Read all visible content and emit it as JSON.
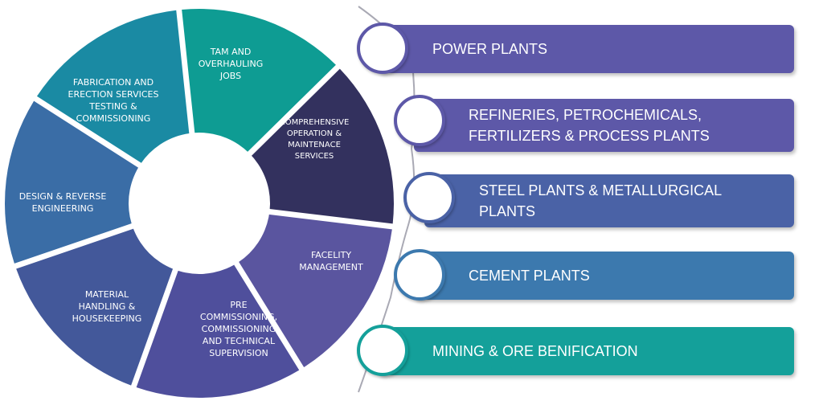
{
  "wheel": {
    "segments": [
      {
        "label": "TAM AND\nOVERHAULING\nJOBS",
        "color": "#0e9c93"
      },
      {
        "label": "COMPREHENSIVE\nOPERATION &\nMAINTENACE\nSERVICES",
        "color": "#33315e"
      },
      {
        "label": "FACELITY\nMANAGEMENT",
        "color": "#5a559f"
      },
      {
        "label": "PRE\nCOMMISSIONING,\nCOMMISSIONING\nAND TECHNICAL\nSUPERVISION",
        "color": "#4f4f9c"
      },
      {
        "label": "MATERIAL\nHANDLING &\nHOUSEKEEPING",
        "color": "#43589a"
      },
      {
        "label": "DESIGN & REVERSE\nENGINEERING",
        "color": "#3a6da6"
      },
      {
        "label": "FABRICATION AND\nERECTION SERVICES\nTESTING &\nCOMMISSIONING",
        "color": "#1a8aa3"
      }
    ]
  },
  "industries": [
    {
      "label": "POWER PLANTS",
      "color": "#5d58a8",
      "ring": "#5d58a8"
    },
    {
      "label": "REFINERIES, PETROCHEMICALS,\nFERTILIZERS & PROCESS PLANTS",
      "color": "#5d58a8",
      "ring": "#5d58a8"
    },
    {
      "label": "STEEL PLANTS & METALLURGICAL\nPLANTS",
      "color": "#4a62a6",
      "ring": "#4a62a6"
    },
    {
      "label": "CEMENT PLANTS",
      "color": "#3c79ae",
      "ring": "#3c79ae"
    },
    {
      "label": "MINING & ORE BENIFICATION",
      "color": "#14a09a",
      "ring": "#14a09a"
    }
  ]
}
